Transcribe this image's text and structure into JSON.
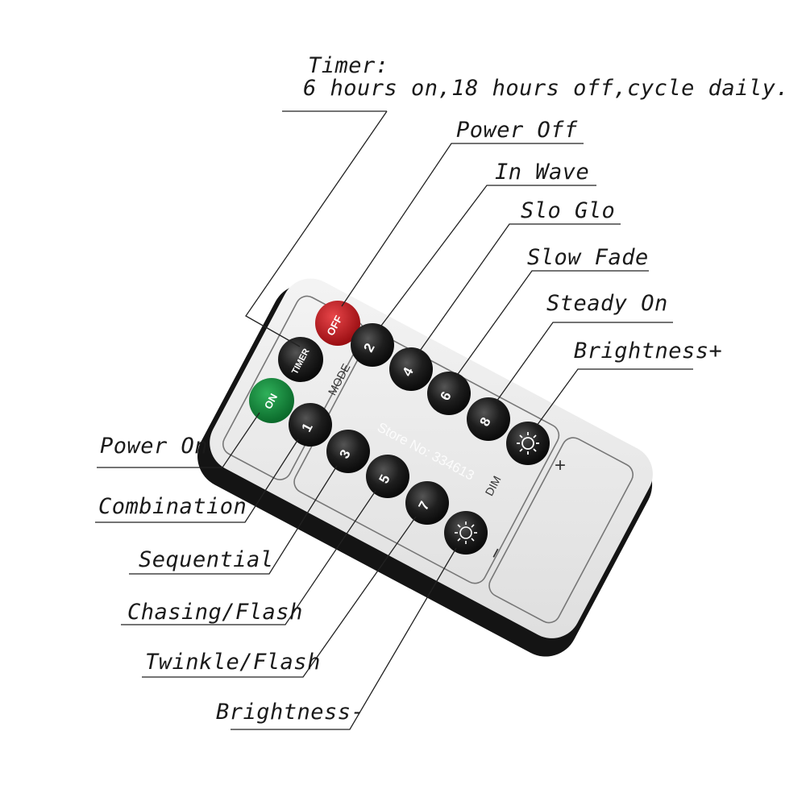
{
  "callouts": {
    "timer_title": "Timer:",
    "timer_detail": "6 hours on,18 hours off,cycle daily.",
    "power_off": "Power Off",
    "in_wave": "In Wave",
    "slo_glo": "Slo Glo",
    "slow_fade": "Slow Fade",
    "steady_on": "Steady On",
    "brightness_plus": "Brightness+",
    "power_on": "Power On",
    "combination": "Combination",
    "sequential": "Sequential",
    "chasing_flash": "Chasing/Flash",
    "twinkle_flash": "Twinkle/Flash",
    "brightness_minus": "Brightness-"
  },
  "remote": {
    "off_label": "OFF",
    "timer_label": "TIMER",
    "on_label": "ON",
    "mode_label": "MODE",
    "dim_label": "DIM",
    "plus_label": "+",
    "minus_label": "−",
    "mode_buttons": [
      "1",
      "2",
      "3",
      "4",
      "5",
      "6",
      "7",
      "8"
    ],
    "watermark": "Store No: 334613",
    "colors": {
      "off_button": "#c0161c",
      "on_button": "#128a3c",
      "mode_buttons": "#1b1b1b",
      "face": "#ececec",
      "shell": "#141414"
    }
  }
}
